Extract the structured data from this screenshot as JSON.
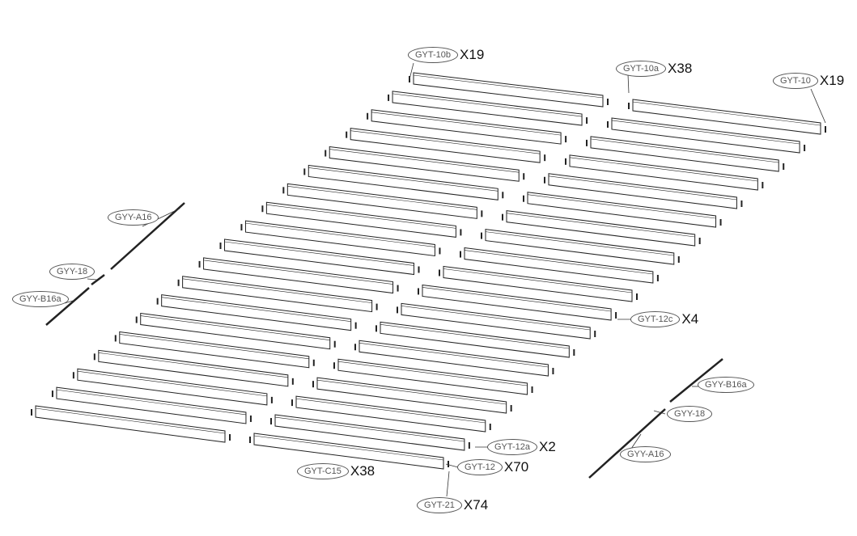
{
  "callouts": {
    "gyt_10b": {
      "code": "GYT-10b",
      "qty": "X19"
    },
    "gyt_10a": {
      "code": "GYT-10a",
      "qty": "X38"
    },
    "gyt_10": {
      "code": "GYT-10",
      "qty": "X19"
    },
    "gyy_a16_left": {
      "code": "GYY-A16"
    },
    "gyy_18_left": {
      "code": "GYY-18"
    },
    "gyy_b16a_left": {
      "code": "GYY-B16a"
    },
    "gyt_12c": {
      "code": "GYT-12c",
      "qty": "X4"
    },
    "gyy_b16a_right": {
      "code": "GYY-B16a"
    },
    "gyy_18_right": {
      "code": "GYY-18"
    },
    "gyy_a16_right": {
      "code": "GYY-A16"
    },
    "gyt_12a": {
      "code": "GYT-12a",
      "qty": "X2"
    },
    "gyt_12": {
      "code": "GYT-12",
      "qty": "X70"
    },
    "gyt_c15": {
      "code": "GYT-C15",
      "qty": "X38"
    },
    "gyt_21": {
      "code": "GYT-21",
      "qty": "X74"
    }
  },
  "slat_rows": 19,
  "colors": {
    "line": "#222222",
    "label": "#555555"
  }
}
